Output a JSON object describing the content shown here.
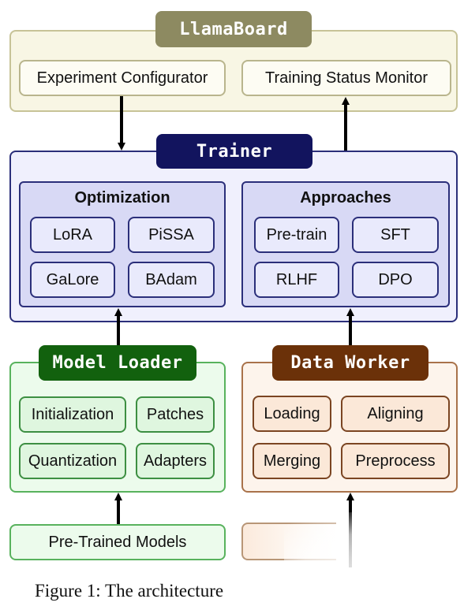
{
  "llamaboard": {
    "title": "LlamaBoard",
    "left_box": "Experiment Configurator",
    "right_box": "Training Status Monitor"
  },
  "trainer": {
    "title": "Trainer",
    "optimization": {
      "title": "Optimization",
      "items": [
        "LoRA",
        "PiSSA",
        "GaLore",
        "BAdam"
      ]
    },
    "approaches": {
      "title": "Approaches",
      "items": [
        "Pre-train",
        "SFT",
        "RLHF",
        "DPO"
      ]
    }
  },
  "model_loader": {
    "title": "Model Loader",
    "items": [
      "Initialization",
      "Patches",
      "Quantization",
      "Adapters"
    ]
  },
  "data_worker": {
    "title": "Data Worker",
    "items": [
      "Loading",
      "Aligning",
      "Merging",
      "Preprocess"
    ]
  },
  "inputs": {
    "models": "Pre-Trained Models"
  },
  "caption": "Figure 1: The architecture"
}
